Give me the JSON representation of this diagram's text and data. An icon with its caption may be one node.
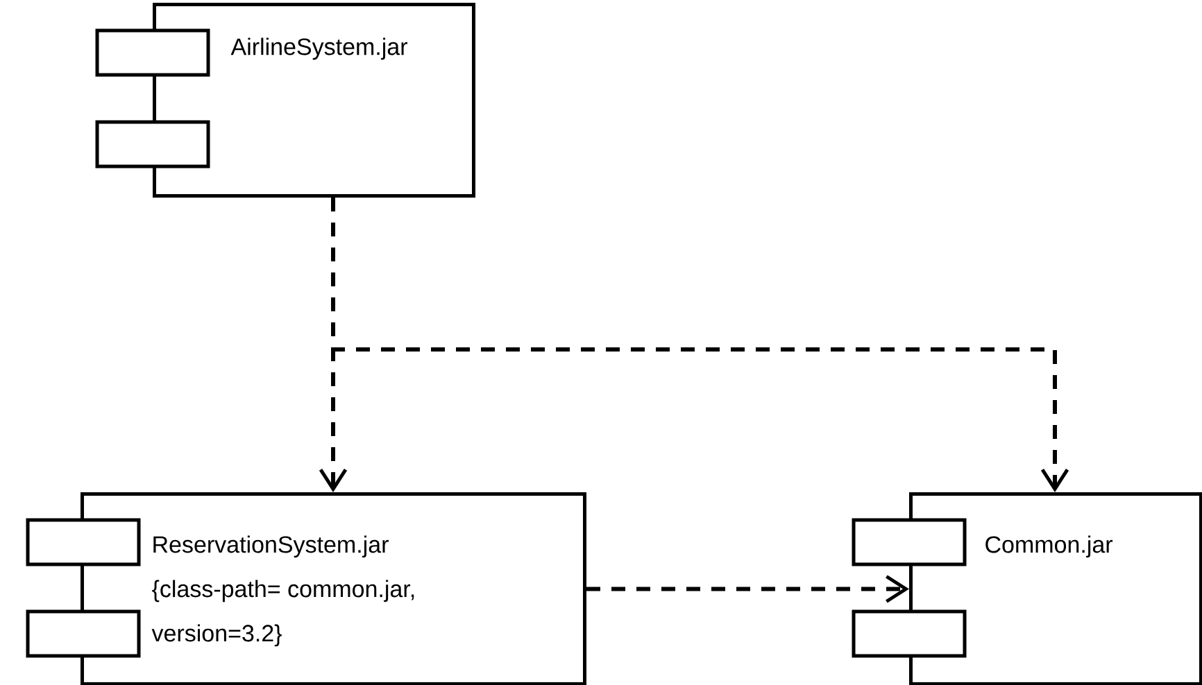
{
  "diagram": {
    "nodes": [
      {
        "text": [
          "AirlineSystem.jar"
        ]
      },
      {
        "text": [
          "ReservationSystem.jar",
          "{class-path= common.jar, version=3.2}"
        ]
      },
      {
        "text": [
          "Common.jar"
        ]
      }
    ],
    "edges": [
      {
        "from": 0,
        "to": 1,
        "arrow": "to",
        "style": "dashed"
      },
      {
        "from": 0,
        "to": 2,
        "arrow": "to",
        "style": "dashed"
      },
      {
        "from": 1,
        "to": 2,
        "arrow": "to",
        "style": "dashed"
      }
    ]
  }
}
